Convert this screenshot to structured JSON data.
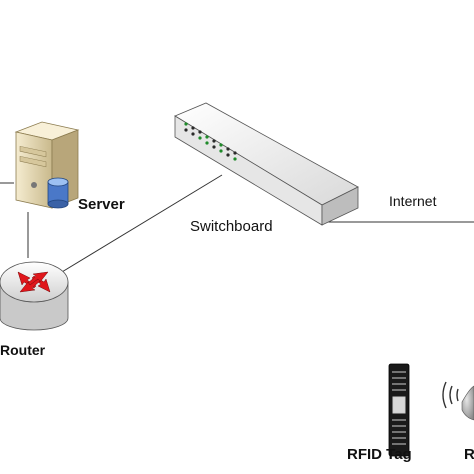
{
  "labels": {
    "server": "Server",
    "router": "Router",
    "switchboard": "Switchboard",
    "internet": "Internet",
    "rfid_tag": "RFID Tag",
    "rfid_reader_partial": "R"
  },
  "colors": {
    "line": "#333333",
    "router_arrow": "#e0161b",
    "server_case": "#e9dcb8",
    "server_disk": "#4a78c8",
    "switch_body": "#f2f2f2"
  },
  "icons": [
    "server-icon",
    "router-icon",
    "switch-icon",
    "rfid-tag-icon",
    "rfid-reader-icon"
  ]
}
